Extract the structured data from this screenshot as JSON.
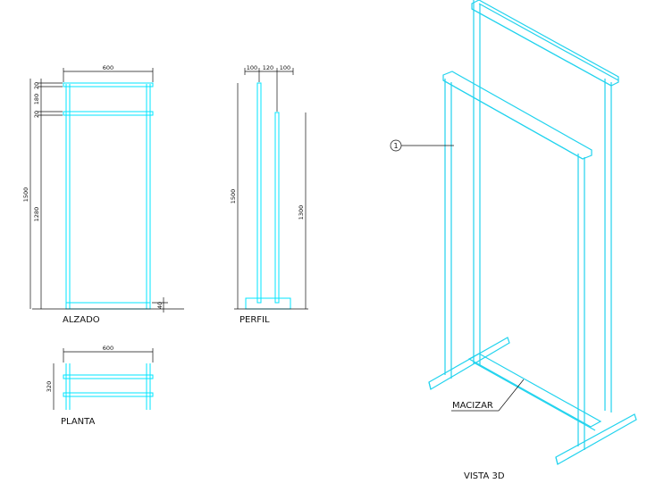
{
  "views": {
    "alzado": "ALZADO",
    "perfil": "PERFIL",
    "planta": "PLANTA",
    "vista3d": "VISTA 3D"
  },
  "dimensions": {
    "alzado_width": "600",
    "alzado_height_total": "1500",
    "alzado_height_lower": "1280",
    "alzado_top_20a": "20",
    "alzado_top_180": "180",
    "alzado_top_20b": "20",
    "alzado_base": "40",
    "perfil_d1": "100",
    "perfil_d2": "120",
    "perfil_d3": "100",
    "perfil_h1": "1500",
    "perfil_h2": "1300",
    "planta_width": "600",
    "planta_depth": "320"
  },
  "callouts": {
    "item_number": "1",
    "macizar": "MACIZAR"
  },
  "colors": {
    "line": "#00e5ff",
    "dimension": "#111111"
  }
}
